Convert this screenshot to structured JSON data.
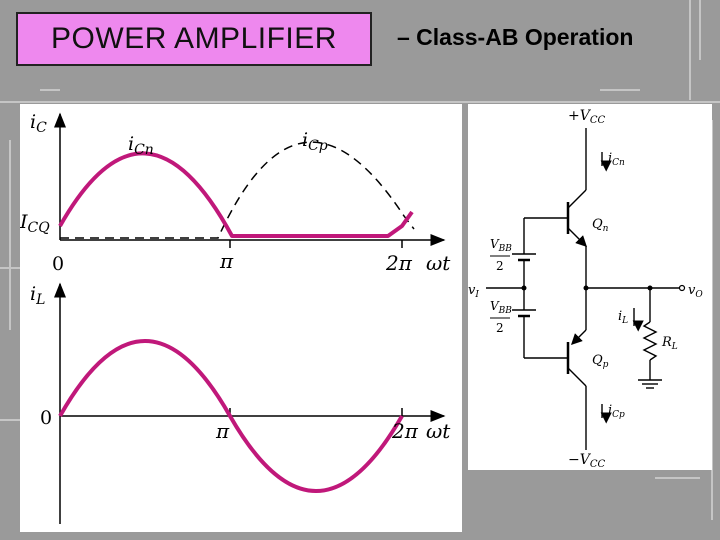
{
  "title": "POWER AMPLIFIER",
  "subtitle": "– Class-AB Operation",
  "top_plot": {
    "y_axis": "i_C",
    "curve_n": "i_Cn",
    "curve_p": "i_Cp",
    "bias": "I_CQ",
    "origin": "0",
    "pi": "π",
    "two_pi": "2π",
    "x_axis": "ωt"
  },
  "bottom_plot": {
    "y_axis": "i_L",
    "origin": "0",
    "pi": "π",
    "two_pi": "2π",
    "x_axis": "ωt"
  },
  "circuit": {
    "vcc_pos": "+V_CC",
    "vcc_neg": "−V_CC",
    "icn": "i_Cn",
    "icp": "i_Cp",
    "qn": "Q_n",
    "qp": "Q_p",
    "vbb_top": "V_BB",
    "vbb_bottom": "V_BB",
    "two_top": "2",
    "two_bottom": "2",
    "vi": "v_I",
    "vo": "v_O",
    "il": "i_L",
    "rl": "R_L"
  },
  "colors": {
    "title_bg": "#ee88ee",
    "curve": "#c0187a",
    "background": "#9a9a9a"
  }
}
